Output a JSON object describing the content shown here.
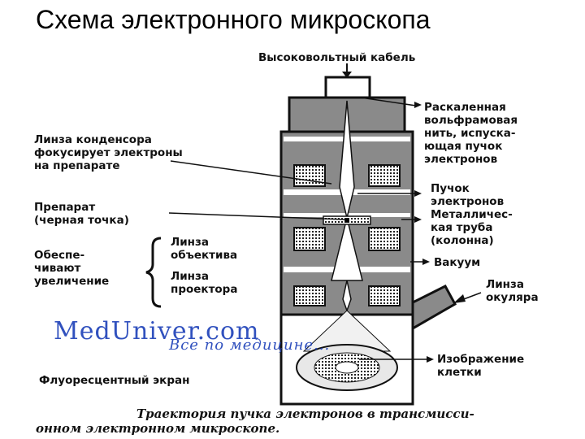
{
  "slide": {
    "title": "Схема электронного микроскопа"
  },
  "labels": {
    "cable": "Высоковольтный кабель",
    "filament": [
      "Раскаленная",
      "вольфрамовая",
      "нить, испуска-",
      "ющая пучок",
      "электронов"
    ],
    "condenser": [
      "Линза конденсора",
      "фокусирует электроны",
      "на препарате"
    ],
    "beam": [
      "Пучок",
      "электронов"
    ],
    "tube": [
      "Металличес-",
      "кая труба",
      "(колонна)"
    ],
    "specimen": [
      "Препарат",
      "(черная точка)"
    ],
    "magnify": [
      "Обеспе-",
      "чивают",
      "увеличение"
    ],
    "objective": [
      "Линза",
      "объектива"
    ],
    "projector": [
      "Линза",
      "проектора"
    ],
    "vacuum": "Вакуум",
    "eyepiece": [
      "Линза",
      "окуляра"
    ],
    "image": [
      "Изображение",
      "клетки"
    ],
    "screen": "Флуоресцентный экран"
  },
  "caption": [
    "Траектория пучка электронов в трансмисси-",
    "онном электронном микроскопе."
  ],
  "watermark": {
    "site": "MedUniver.com",
    "tagline": "Все по медицине..."
  },
  "colors": {
    "column_fill": "#8a8a8a",
    "outline": "#111111",
    "watermark": "#1b3fb8"
  }
}
